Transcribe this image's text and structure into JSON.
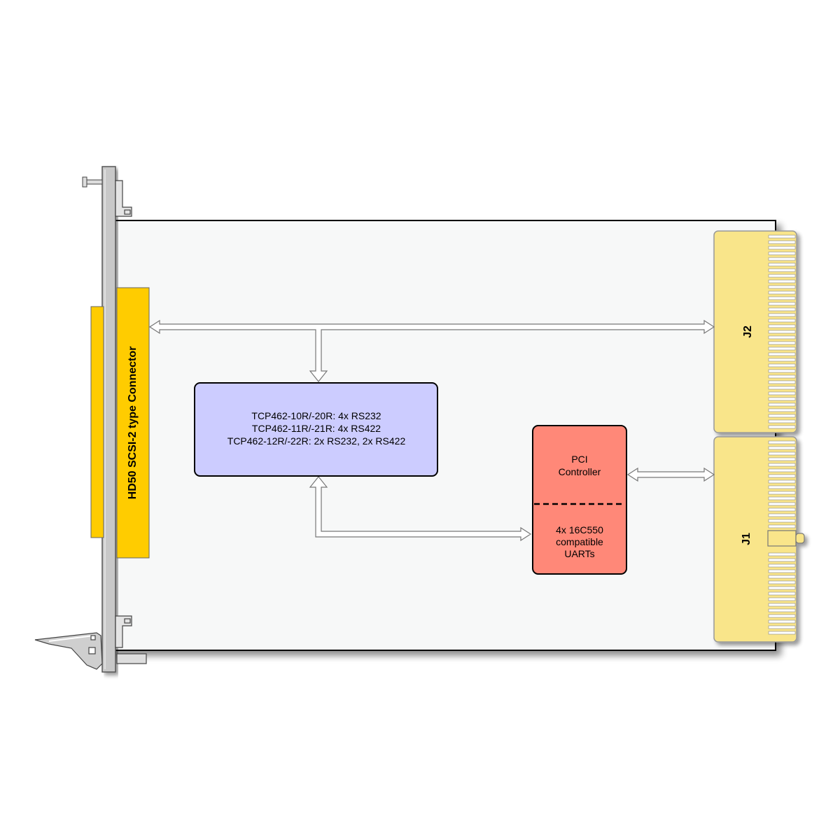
{
  "connector": {
    "label": "HD50 SCSI-2 type Connector",
    "color": "#ffcc00"
  },
  "serial_block": {
    "lines": [
      "TCP462-10R/-20R: 4x RS232",
      "TCP462-11R/-21R: 4x RS422",
      "TCP462-12R/-22R: 2x RS232, 2x RS422"
    ],
    "color": "#ccccff"
  },
  "pci_block": {
    "controller_lines": [
      "PCI",
      "Controller"
    ],
    "uart_lines": [
      "4x 16C550",
      "compatible",
      "UARTs"
    ],
    "color": "#ff8878"
  },
  "backplane": {
    "j2_label": "J2",
    "j1_label": "J1",
    "color": "#f9e58a"
  },
  "board_color": "#f7f8f8",
  "panel_color": "#c8c8c8"
}
